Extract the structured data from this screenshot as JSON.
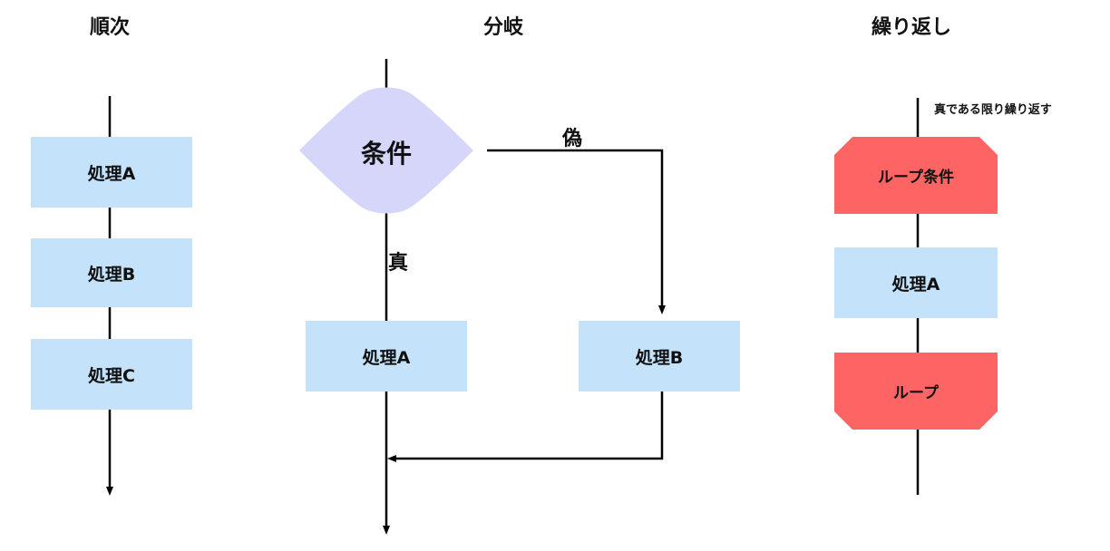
{
  "columns": {
    "sequence": {
      "title": "順次",
      "steps": [
        "処理A",
        "処理B",
        "処理C"
      ]
    },
    "branch": {
      "title": "分岐",
      "condition": "条件",
      "true_label": "真",
      "false_label": "偽",
      "true_step": "処理A",
      "false_step": "処理B"
    },
    "loop": {
      "title": "繰り返し",
      "note": "真である限り繰り返す",
      "loop_start": "ループ条件",
      "body_step": "処理A",
      "loop_end": "ループ"
    }
  },
  "colors": {
    "process": "#c4e3fb",
    "decision": "#d5d6fa",
    "loop": "#fd6464",
    "line": "#000000"
  }
}
